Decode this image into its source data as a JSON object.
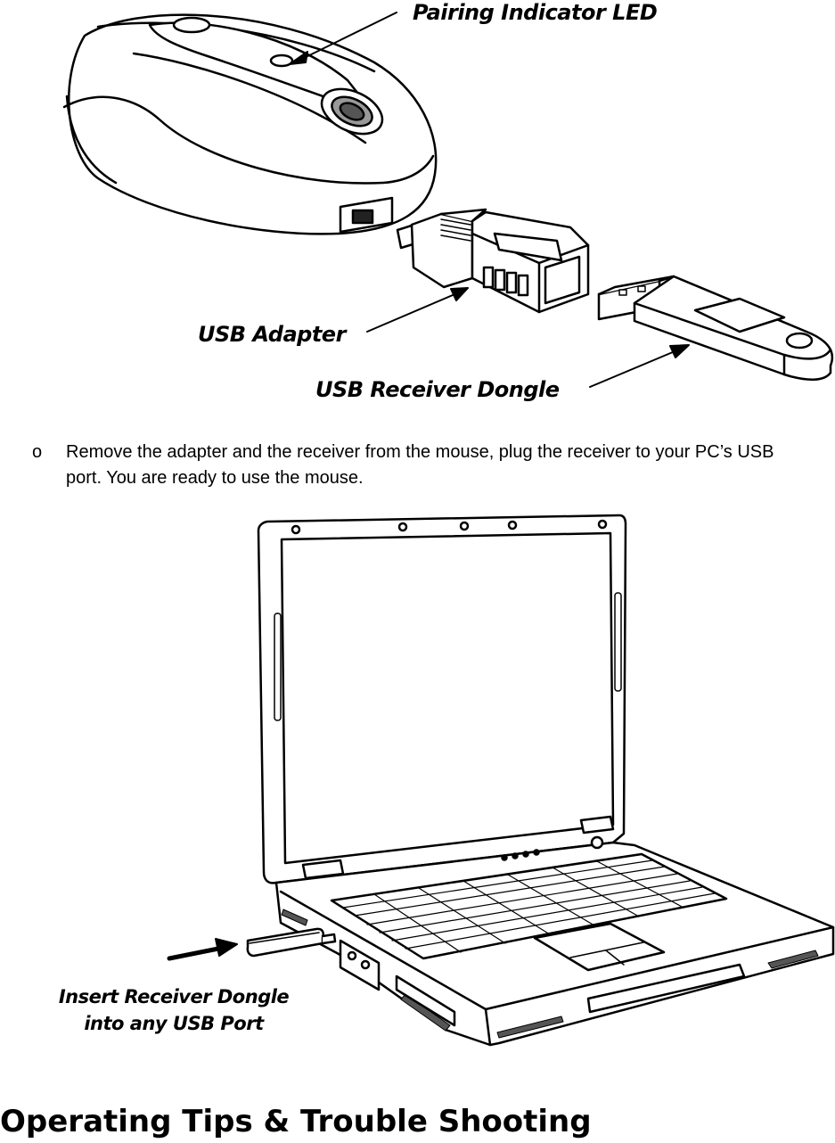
{
  "figure_top": {
    "labels": {
      "pairing_led": "Pairing Indicator LED",
      "usb_adapter": "USB Adapter",
      "usb_receiver_dongle": "USB Receiver Dongle"
    }
  },
  "instruction": {
    "bullet": "o",
    "text": "Remove the adapter and the receiver from the mouse, plug the receiver to your PC’s USB port.  You are ready to use the mouse."
  },
  "figure_laptop": {
    "label_line1": "Insert Receiver Dongle",
    "label_line2": "into any USB Port"
  },
  "section": {
    "heading": "Operating Tips & Trouble Shooting"
  }
}
